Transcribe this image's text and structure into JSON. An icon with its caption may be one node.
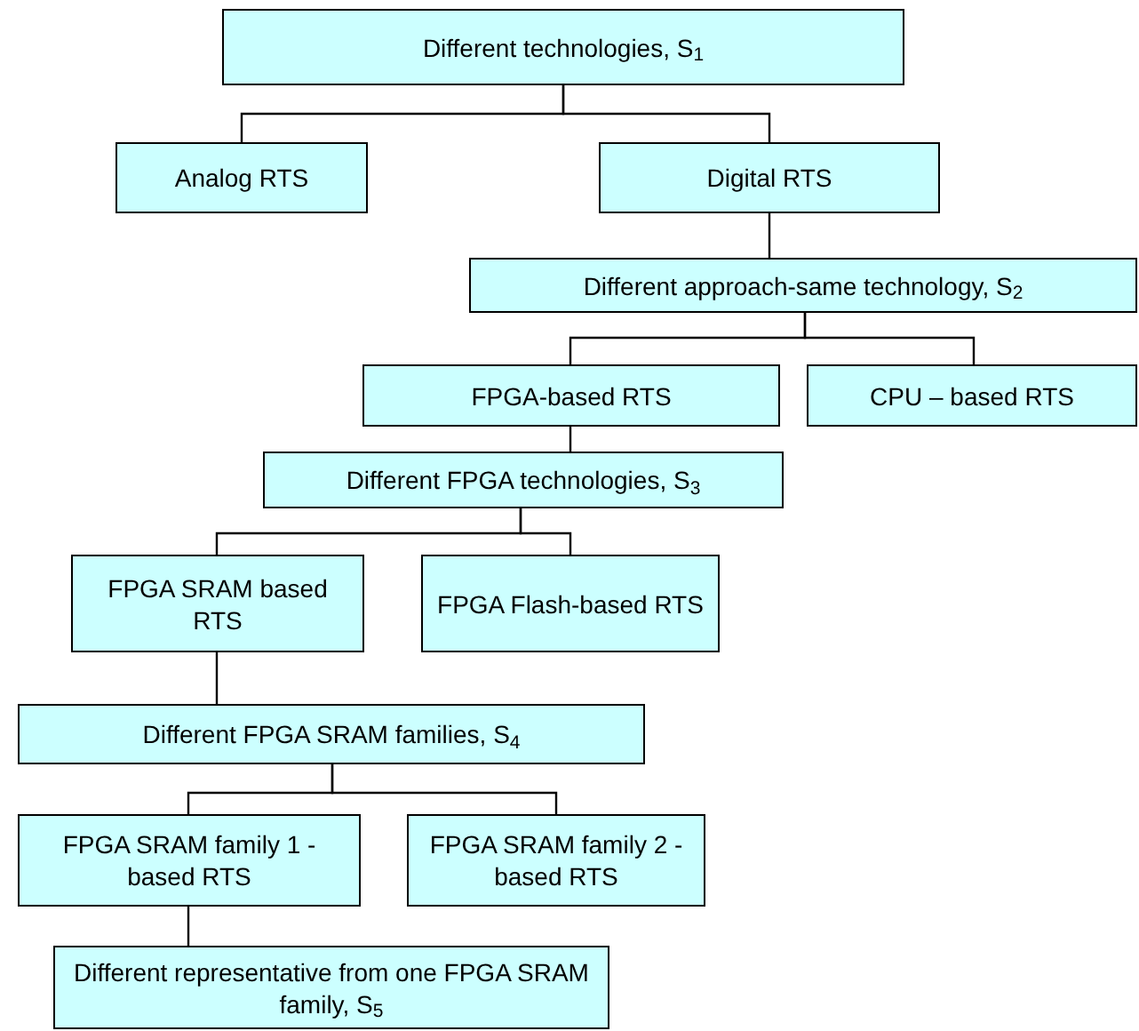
{
  "diagram": {
    "nodes": [
      {
        "text": [
          "Different technologies, S$_{1}$"
        ]
      },
      {
        "text": [
          "Analog RTS"
        ]
      },
      {
        "text": [
          "Digital RTS"
        ]
      },
      {
        "text": [
          "Different approach-same technology, S$_{2}$"
        ]
      },
      {
        "text": [
          "FPGA-based RTS"
        ]
      },
      {
        "text": [
          "CPU – based RTS"
        ]
      },
      {
        "text": [
          "Different FPGA technologies, S$_{3}$"
        ]
      },
      {
        "text": [
          "FPGA SRAM based RTS"
        ]
      },
      {
        "text": [
          "FPGA Flash-based RTS"
        ]
      },
      {
        "text": [
          "Different FPGA SRAM families, S$_{4}$"
        ]
      },
      {
        "text": [
          "FPGA SRAM family 1 - based RTS"
        ]
      },
      {
        "text": [
          "FPGA SRAM family 2 - based RTS"
        ]
      },
      {
        "text": [
          "Different representative from one FPGA SRAM family, S$_{5}$"
        ]
      }
    ],
    "edges": [
      {
        "from": 0,
        "to": 1,
        "arrow": "none"
      },
      {
        "from": 0,
        "to": 2,
        "arrow": "none"
      },
      {
        "from": 2,
        "to": 3,
        "arrow": "none"
      },
      {
        "from": 3,
        "to": 4,
        "arrow": "none"
      },
      {
        "from": 3,
        "to": 5,
        "arrow": "none"
      },
      {
        "from": 4,
        "to": 6,
        "arrow": "none"
      },
      {
        "from": 6,
        "to": 7,
        "arrow": "none"
      },
      {
        "from": 6,
        "to": 8,
        "arrow": "none"
      },
      {
        "from": 7,
        "to": 9,
        "arrow": "none"
      },
      {
        "from": 9,
        "to": 10,
        "arrow": "none"
      },
      {
        "from": 9,
        "to": 11,
        "arrow": "none"
      },
      {
        "from": 10,
        "to": 12,
        "arrow": "none"
      }
    ]
  }
}
